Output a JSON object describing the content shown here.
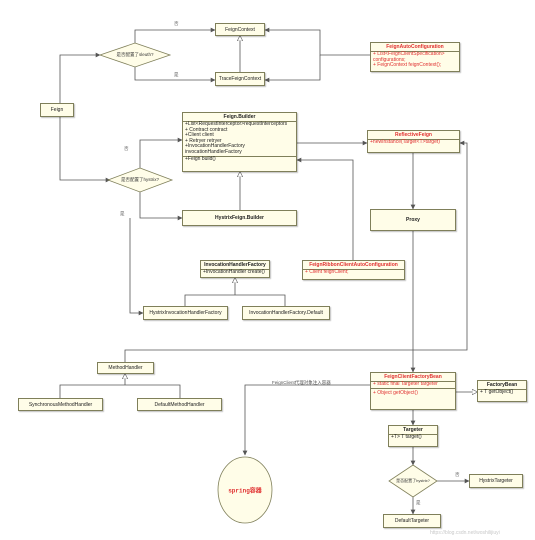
{
  "nodes": {
    "feign": "Feign",
    "feign_context": "FeignContext",
    "trace_feign_context": "TraceFeignContext",
    "feign_builder": {
      "title": "Feign.Builder",
      "fields": [
        "+List<RequestInterceptor>requestInterceptors",
        "+ Contract contract",
        "+Client client",
        "+ Retryer retryer",
        "+InvocationHandlerFactory",
        "invocationHandlerFactory"
      ],
      "methods": [
        "+Feign build()"
      ]
    },
    "hystrix_feign_builder": "HystrixFeign.Builder",
    "invocation_handler_factory": {
      "title": "InvocationHandlerFactory",
      "methods": [
        "+InvocationHandler create()"
      ]
    },
    "hystrix_invocation_handler_factory": "HystrixInvocationHandlerFactory",
    "invocation_handler_factory_default": "InvocationHandlerFactory.Default",
    "feign_auto_configuration": {
      "title": "FeignAutoConfiguration",
      "fields": [
        "+ List<FeignClientSpecification>",
        "configurations;",
        "+ FeignContext feignContext();"
      ]
    },
    "reflective_feign": {
      "title": "ReflectiveFeign",
      "methods": [
        "+newInstance(Target<T>target)"
      ]
    },
    "proxy": "Proxy",
    "feign_ribbon_client_auto_configuration": {
      "title": "FeignRibbonClientAutoConfiguration",
      "fields": [
        "+ Client feignClient;"
      ]
    },
    "method_handler": "MethodHandler",
    "synchronous_method_handler": "SynchronousMethodHandler",
    "default_method_handler": "DefaultMethodHandler",
    "feign_client_factory_bean": {
      "title": "FeignClientFactoryBean",
      "fields": [
        "+ static final Targeter targeter"
      ],
      "methods": [
        "+ Object getObject()"
      ]
    },
    "factory_bean": {
      "title": "FactoryBean",
      "methods": [
        "+ T getObject()"
      ]
    },
    "targeter": {
      "title": "Targeter",
      "methods": [
        "+T> T target()"
      ]
    },
    "hystrix_targeter": "HystrixTargeter",
    "default_targeter": "DefaultTargeter",
    "spring_container": "spring容器"
  },
  "decisions": {
    "sleuth": "是否配置了sleuth?",
    "hystrix": "是否配置了hystrix?",
    "targeter_hystrix": "是否配置了hystrix?"
  },
  "edge_labels": {
    "yes": "否",
    "no": "是",
    "yes2": "否",
    "no2": "是",
    "yes3": "否",
    "no3": "是"
  },
  "annotations": {
    "spring_inject": "FeignClient代理对象注入容器"
  },
  "watermark": "https://blog.csdn.net/woshilijiuyi",
  "colors": {
    "box_fill": "#fffde8",
    "box_border": "#7f7f5a",
    "highlight": "#e03030",
    "line": "#555555"
  }
}
